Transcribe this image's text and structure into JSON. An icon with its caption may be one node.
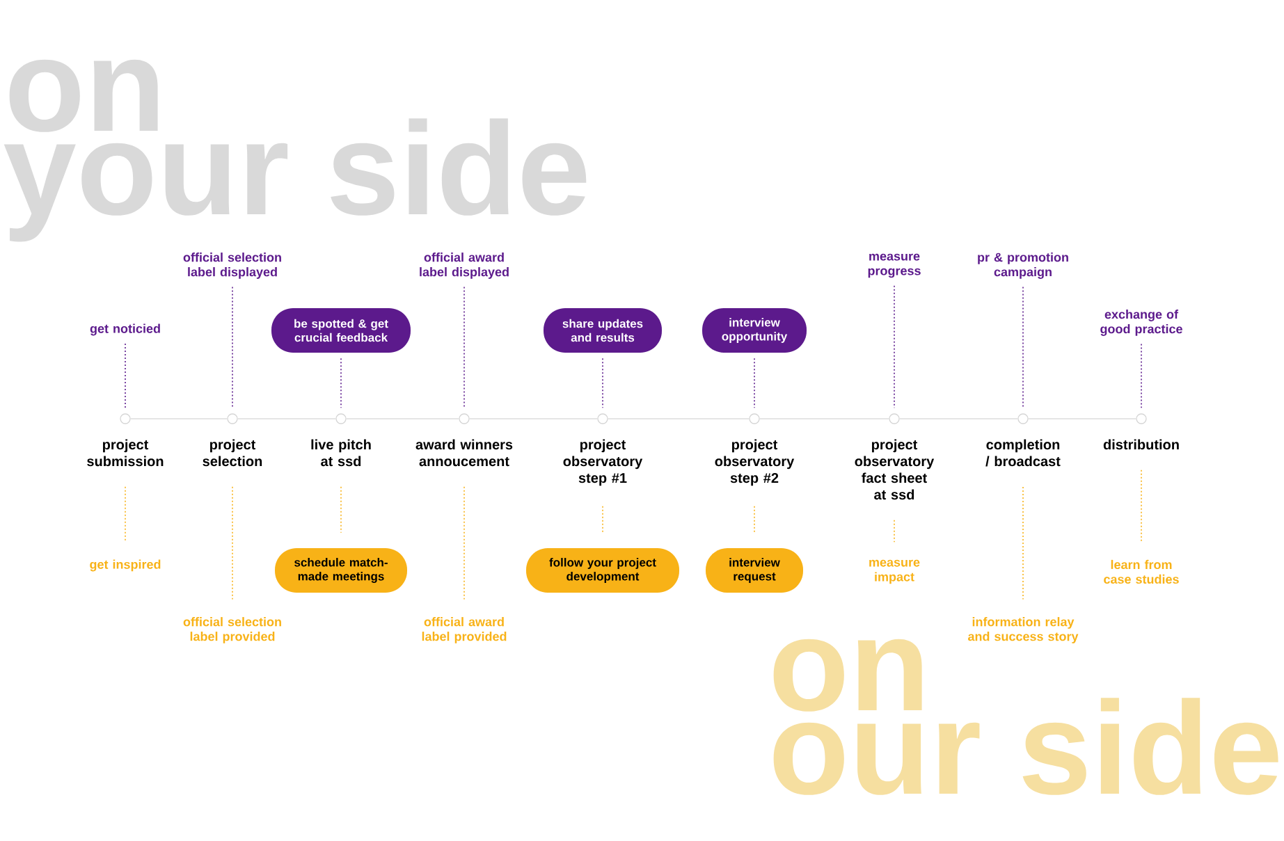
{
  "diagram": {
    "nodes": [
      {
        "text": [],
        "shape": "circle"
      },
      {
        "text": [],
        "shape": "circle"
      },
      {
        "text": [],
        "shape": "circle"
      },
      {
        "text": [],
        "shape": "circle"
      },
      {
        "text": [],
        "shape": "circle"
      },
      {
        "text": [],
        "shape": "circle"
      },
      {
        "text": [],
        "shape": "circle"
      },
      {
        "text": [],
        "shape": "circle"
      },
      {
        "text": [],
        "shape": "circle"
      },
      {
        "text": [
          "project submission"
        ]
      },
      {
        "text": [
          "project selection"
        ]
      },
      {
        "text": [
          "live pitch at ssd"
        ]
      },
      {
        "text": [
          "award winners annoucement"
        ]
      },
      {
        "text": [
          "project observatory step #1"
        ]
      },
      {
        "text": [
          "project observatory step #2"
        ]
      },
      {
        "text": [
          "project observatory fact sheet at ssd"
        ]
      },
      {
        "text": [
          "completion / broadcast"
        ]
      },
      {
        "text": [
          "distribution"
        ]
      },
      {
        "text": [
          "get noticied"
        ]
      },
      {
        "text": [
          "official selection label displayed"
        ]
      },
      {
        "text": [
          "be spotted & get crucial feedback"
        ]
      },
      {
        "text": [
          "official award label displayed"
        ]
      },
      {
        "text": [
          "share updates and results"
        ]
      },
      {
        "text": [
          "interview opportunity"
        ]
      },
      {
        "text": [
          "measure progress"
        ]
      },
      {
        "text": [
          "pr & promotion campaign"
        ]
      },
      {
        "text": [
          "exchange of good practice"
        ]
      },
      {
        "text": [
          "get inspired"
        ]
      },
      {
        "text": [
          "official selection label provided"
        ]
      },
      {
        "text": [
          "schedule match-made meetings"
        ]
      },
      {
        "text": [
          "official award label provided"
        ]
      },
      {
        "text": [
          "follow your project development"
        ]
      },
      {
        "text": [
          "interview request"
        ]
      },
      {
        "text": [
          "measure impact"
        ]
      },
      {
        "text": [
          "information relay and success story"
        ]
      },
      {
        "text": [
          "learn from case studies"
        ]
      }
    ],
    "edges": [
      {
        "from": 0,
        "to": 1,
        "arrow": "none",
        "color": "#dddddd"
      },
      {
        "from": 1,
        "to": 2,
        "arrow": "none",
        "color": "#dddddd"
      },
      {
        "from": 2,
        "to": 3,
        "arrow": "none",
        "color": "#dddddd"
      },
      {
        "from": 3,
        "to": 4,
        "arrow": "none",
        "color": "#dddddd"
      },
      {
        "from": 4,
        "to": 5,
        "arrow": "none",
        "color": "#dddddd"
      },
      {
        "from": 5,
        "to": 6,
        "arrow": "none",
        "color": "#dddddd"
      },
      {
        "from": 6,
        "to": 7,
        "arrow": "none",
        "color": "#dddddd"
      },
      {
        "from": 7,
        "to": 8,
        "arrow": "none",
        "color": "#dddddd"
      },
      {
        "from": 18,
        "to": 0,
        "arrow": "none",
        "style": "dashed",
        "color": "#5c1a8c"
      },
      {
        "from": 19,
        "to": 1,
        "arrow": "none",
        "style": "dashed",
        "color": "#5c1a8c"
      },
      {
        "from": 20,
        "to": 2,
        "arrow": "none",
        "style": "dashed",
        "color": "#5c1a8c"
      },
      {
        "from": 21,
        "to": 3,
        "arrow": "none",
        "style": "dashed",
        "color": "#5c1a8c"
      },
      {
        "from": 22,
        "to": 4,
        "arrow": "none",
        "style": "dashed",
        "color": "#5c1a8c"
      },
      {
        "from": 23,
        "to": 5,
        "arrow": "none",
        "style": "dashed",
        "color": "#5c1a8c"
      },
      {
        "from": 24,
        "to": 6,
        "arrow": "none",
        "style": "dashed",
        "color": "#5c1a8c"
      },
      {
        "from": 25,
        "to": 7,
        "arrow": "none",
        "style": "dashed",
        "color": "#5c1a8c"
      },
      {
        "from": 26,
        "to": 8,
        "arrow": "none",
        "style": "dashed",
        "color": "#5c1a8c"
      },
      {
        "from": 9,
        "to": 27,
        "arrow": "none",
        "style": "dashed",
        "color": "#f8b217"
      },
      {
        "from": 10,
        "to": 28,
        "arrow": "none",
        "style": "dashed",
        "color": "#f8b217"
      },
      {
        "from": 11,
        "to": 29,
        "arrow": "none",
        "style": "dashed",
        "color": "#f8b217"
      },
      {
        "from": 12,
        "to": 30,
        "arrow": "none",
        "style": "dashed",
        "color": "#f8b217"
      },
      {
        "from": 13,
        "to": 31,
        "arrow": "none",
        "style": "dashed",
        "color": "#f8b217"
      },
      {
        "from": 14,
        "to": 32,
        "arrow": "none",
        "style": "dashed",
        "color": "#f8b217"
      },
      {
        "from": 15,
        "to": 33,
        "arrow": "none",
        "style": "dashed",
        "color": "#f8b217"
      },
      {
        "from": 16,
        "to": 34,
        "arrow": "none",
        "style": "dashed",
        "color": "#f8b217"
      },
      {
        "from": 17,
        "to": 35,
        "arrow": "none",
        "style": "dashed",
        "color": "#f8b217"
      }
    ],
    "labels": [
      "on",
      "your side",
      "on",
      "our side"
    ]
  }
}
